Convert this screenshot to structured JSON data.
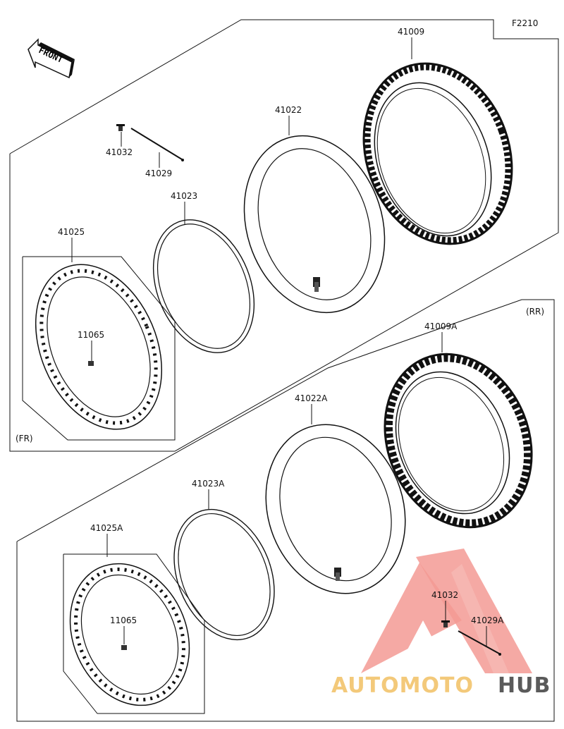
{
  "figure_code": "F2210",
  "front_label": "FRONT",
  "sections": {
    "front": "(FR)",
    "rear": "(RR)"
  },
  "parts": {
    "tire_fr": "41009",
    "tube_fr": "41022",
    "band_fr": "41023",
    "rim_fr": "41025",
    "spoke_nipple_fr": "11065",
    "nipple_fr": "41032",
    "spoke_fr": "41029",
    "tire_rr": "41009A",
    "tube_rr": "41022A",
    "band_rr": "41023A",
    "rim_rr": "41025A",
    "spoke_nipple_rr": "11065",
    "nipple_rr": "41032",
    "spoke_rr": "41029A"
  },
  "watermark": {
    "part1": "AUTOMOTO",
    "part2": "HUB",
    "color_main": "#f5a09b",
    "color_secondary": "#f3c97a",
    "color_hub": "#5a5a5a"
  }
}
